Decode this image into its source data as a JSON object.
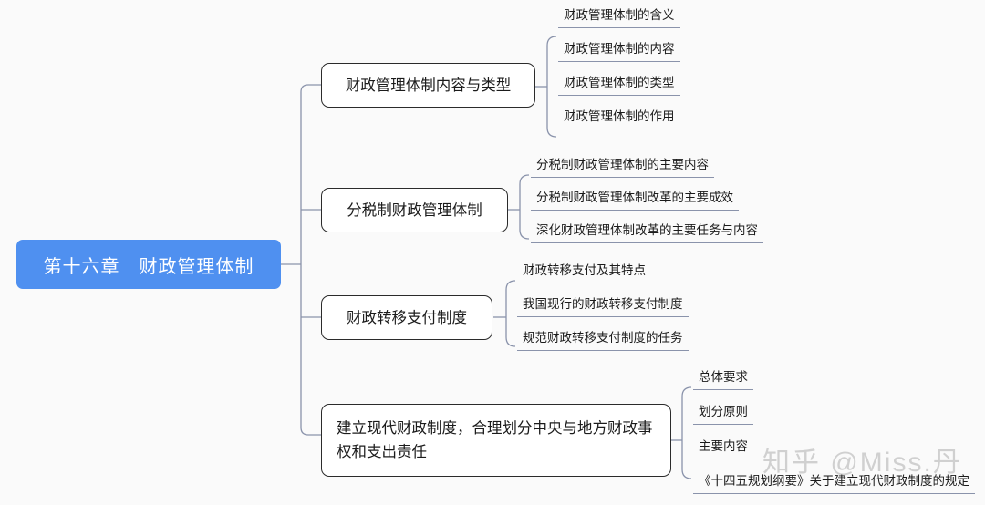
{
  "meta": {
    "background_color": "#fafafa",
    "root_color": "#4f90f0",
    "connector_color": "#8a93ab",
    "box_border_color": "#2b2b2b"
  },
  "root": {
    "label": "第十六章　财政管理体制"
  },
  "branches": [
    {
      "label": "财政管理体制内容与类型",
      "leaves": [
        "财政管理体制的含义",
        "财政管理体制的内容",
        "财政管理体制的类型",
        "财政管理体制的作用"
      ]
    },
    {
      "label": "分税制财政管理体制",
      "leaves": [
        "分税制财政管理体制的主要内容",
        "分税制财政管理体制改革的主要成效",
        "深化财政管理体制改革的主要任务与内容"
      ]
    },
    {
      "label": "财政转移支付制度",
      "leaves": [
        "财政转移支付及其特点",
        "我国现行的财政转移支付制度",
        "规范财政转移支付制度的任务"
      ]
    },
    {
      "label": "建立现代财政制度，合理划分中央与地方财政事权和支出责任",
      "leaves": [
        "总体要求",
        "划分原则",
        "主要内容",
        "《十四五规划纲要》关于建立现代财政制度的规定"
      ]
    }
  ],
  "watermark": {
    "text": "知乎 @Miss.丹"
  }
}
